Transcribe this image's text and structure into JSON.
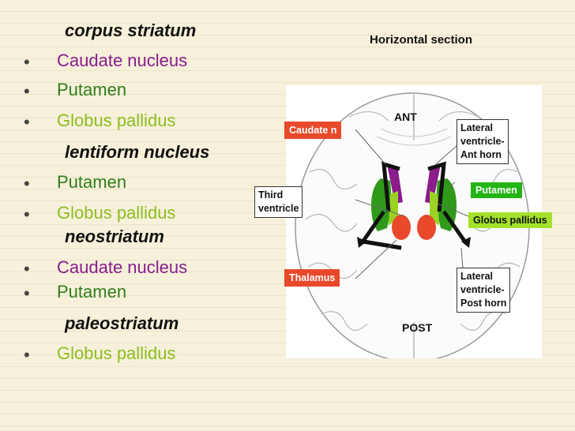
{
  "list": {
    "h1": "corpus striatum",
    "i1": "Caudate nucleus",
    "i2": "Putamen",
    "i3": "Globus pallidus",
    "h2": "lentiform nucleus",
    "i4": "Putamen",
    "i5": "Globus pallidus",
    "h3": "neostriatum",
    "i6": "Caudate nucleus",
    "i7": "Putamen",
    "h4": "paleostriatum",
    "i8": "Globus pallidus",
    "bullet": "•"
  },
  "diagram": {
    "title": "Horizontal section",
    "ant": "ANT",
    "post": "POST",
    "labels": {
      "caudate": "Caudate n",
      "third_l1": "Third",
      "third_l2": "ventricle",
      "thalamus": "Thalamus",
      "lat_ant_l1": "Lateral",
      "lat_ant_l2": "ventricle-",
      "lat_ant_l3": "Ant horn",
      "putamen": "Putamen",
      "globus": "Globus pallidus",
      "lat_post_l1": "Lateral",
      "lat_post_l2": "ventricle-",
      "lat_post_l3": "Post horn"
    }
  },
  "colors": {
    "caudate": "#8a1c8c",
    "putamen": "#2f7d1a",
    "globus": "#8bbd1e",
    "thalamus": "#e8492a"
  }
}
